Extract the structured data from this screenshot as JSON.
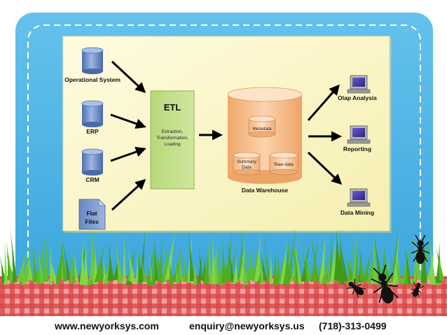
{
  "diagram": {
    "sources": [
      {
        "label": "Operational System",
        "icon": "database-cylinder-icon"
      },
      {
        "label": "ERP",
        "icon": "database-cylinder-icon"
      },
      {
        "label": "CRM",
        "icon": "database-cylinder-icon"
      },
      {
        "label_line1": "Flat",
        "label_line2": "Files",
        "icon": "document-icon"
      }
    ],
    "etl": {
      "title": "ETL",
      "desc_line1": "Extraction,",
      "desc_line2": "Transformation,",
      "desc_line3": "Loading"
    },
    "warehouse": {
      "label": "Data Warehouse",
      "metadata": "Metadata",
      "summary_line1": "Summary",
      "summary_line2": "Data",
      "raw": "Raw data"
    },
    "outputs": [
      {
        "label": "Olap Analysis",
        "icon": "computer-monitor-icon"
      },
      {
        "label": "Reporting",
        "icon": "computer-monitor-icon"
      },
      {
        "label": "Data Mining",
        "icon": "computer-monitor-icon"
      }
    ]
  },
  "footer": {
    "website": "www.newyorksys.com",
    "email": "enquiry@newyorksys.us",
    "phone": "(718)-313-0499"
  },
  "colors": {
    "sky": "#5ab8e6",
    "panel_bg": "#fbf7c4",
    "etl_fill": "#c3e08a",
    "warehouse_fill": "#f7c79a",
    "cylinder": "#6d8fc8",
    "grass": "#5fbf2a",
    "tablecloth": "#d84545"
  }
}
